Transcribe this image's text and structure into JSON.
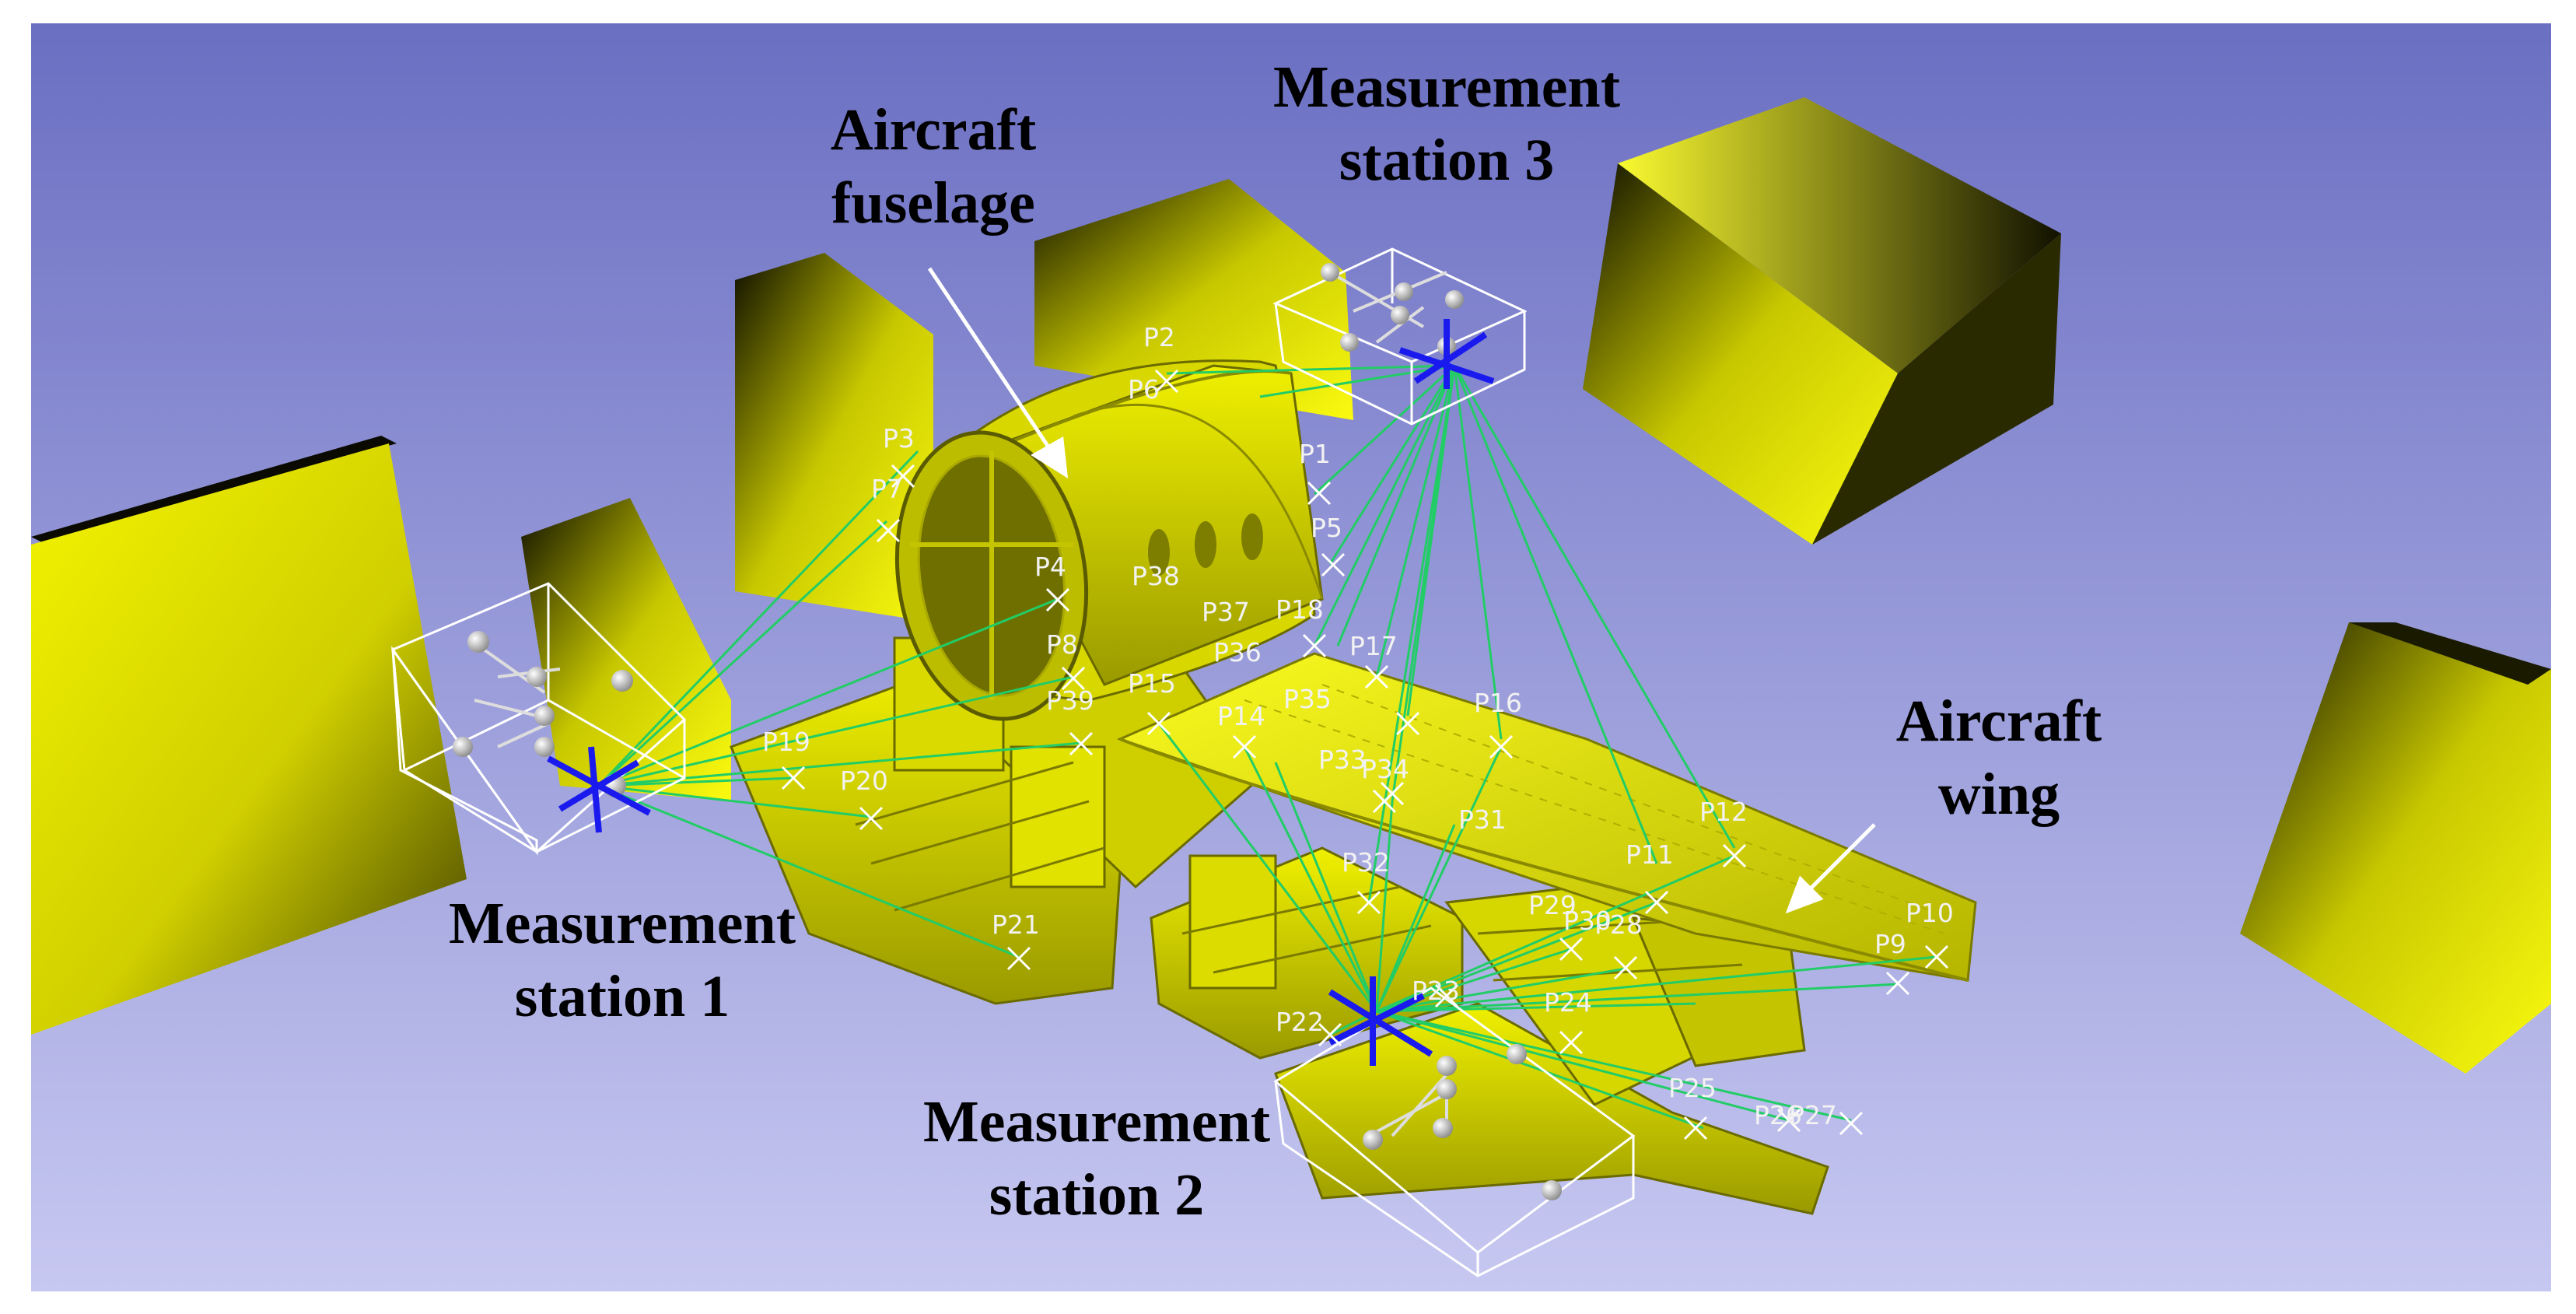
{
  "annotations": {
    "fuselage": {
      "line1": "Aircraft",
      "line2": "fuselage"
    },
    "station1": {
      "line1": "Measurement",
      "line2": "station 1"
    },
    "station2": {
      "line1": "Measurement",
      "line2": "station 2"
    },
    "station3": {
      "line1": "Measurement",
      "line2": "station 3"
    },
    "wing": {
      "line1": "Aircraft",
      "line2": "wing"
    }
  },
  "points": {
    "p1": "P1",
    "p2": "P2",
    "p3": "P3",
    "p4": "P4",
    "p5": "P5",
    "p6": "P6",
    "p7": "P7",
    "p8": "P8",
    "p9": "P9",
    "p10": "P10",
    "p11": "P11",
    "p12": "P12",
    "p14": "P14",
    "p15": "P15",
    "p16": "P16",
    "p17": "P17",
    "p18": "P18",
    "p19": "P19",
    "p20": "P20",
    "p21": "P21",
    "p22": "P22",
    "p23": "P23",
    "p24": "P24",
    "p25": "P25",
    "p26": "P26",
    "p27": "P27",
    "p28": "P28",
    "p29": "P29",
    "p30": "P30",
    "p31": "P31",
    "p32": "P32",
    "p33": "P33",
    "p34": "P34",
    "p35": "P35",
    "p36": "P36",
    "p37": "P37",
    "p38": "P38",
    "p39": "P39"
  },
  "colors": {
    "background_top": "#6b6fc2",
    "background_bottom": "#c7c8f1",
    "model_yellow": "#e6e600",
    "sight_line": "#22cc66",
    "station_axes": "#1a1aee",
    "frame_lines": "#ffffff"
  }
}
